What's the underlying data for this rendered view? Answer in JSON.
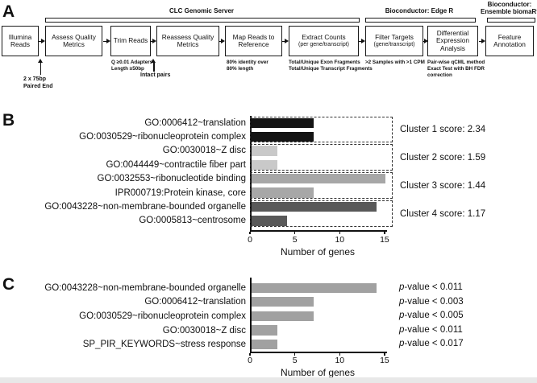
{
  "panel_a": {
    "label": "A",
    "brackets": [
      {
        "label": "CLC Genomic Server"
      },
      {
        "label": "Bioconductor: Edge R"
      },
      {
        "label": "Bioconductor:\nEnsemble biomaRt"
      }
    ],
    "boxes": [
      {
        "title": "Illumina Reads"
      },
      {
        "title": "Assess Quality Metrics"
      },
      {
        "title": "Trim Reads"
      },
      {
        "title": "Reassess Quality Metrics"
      },
      {
        "title": "Map Reads to Reference"
      },
      {
        "title": "Extract Counts",
        "subtitle": "(per gene/transcript)"
      },
      {
        "title": "Filter Targets",
        "subtitle": "(gene/transcript)"
      },
      {
        "title": "Differential Expression Analysis"
      },
      {
        "title": "Feature Annotation"
      }
    ],
    "annotations": {
      "paired_end": "2 x 75bp\nPaired End",
      "trim": "Q ≥0.01 Adapters\nLength ≥50bp",
      "intact_pairs": "Intact pairs",
      "map": "80% identity over\n80% length",
      "counts": "Total/Unique Exon Fragments\nTotal/Unique Transcript Fragments",
      "filter": ">2 Samples with >1 CPM",
      "de": "Pair-wise qCML method\nExact Test with BH FDR\ncorrection"
    }
  },
  "chart_data": [
    {
      "type": "bar",
      "orientation": "horizontal",
      "panel_label": "B",
      "categories": [
        "GO:0006412~translation",
        "GO:0030529~ribonucleoprotein complex",
        "GO:0030018~Z disc",
        "GO:0044449~contractile fiber part",
        "GO:0032553~ribonucleotide binding",
        "IPR000719:Protein kinase, core",
        "GO:0043228~non-membrane-bounded organelle",
        "GO:0005813~centrosome"
      ],
      "values": [
        7,
        7,
        3,
        3,
        15,
        7,
        14,
        4
      ],
      "bar_colors": [
        "#141414",
        "#141414",
        "#c9c9c9",
        "#c9c9c9",
        "#a7a7a7",
        "#a7a7a7",
        "#595959",
        "#595959"
      ],
      "clusters": [
        {
          "label": "Cluster 1 score: 2.34"
        },
        {
          "label": "Cluster 2 score: 1.59"
        },
        {
          "label": "Cluster 3 score: 1.44"
        },
        {
          "label": "Cluster 4 score: 1.17"
        }
      ],
      "xticks": [
        0,
        5,
        10,
        15
      ],
      "xlim": [
        0,
        15.6
      ],
      "xlabel": "Number of genes",
      "grid": false,
      "legend": "none"
    },
    {
      "type": "bar",
      "orientation": "horizontal",
      "panel_label": "C",
      "categories": [
        "GO:0043228~non-membrane-bounded organelle",
        "GO:0006412~translation",
        "GO:0030529~ribonucleoprotein complex",
        "GO:0030018~Z disc",
        "SP_PIR_KEYWORDS~stress response"
      ],
      "values": [
        14,
        7,
        7,
        3,
        3
      ],
      "bar_color": "#a1a1a1",
      "annotations": [
        "p-value < 0.011",
        "p-value < 0.003",
        "p-value < 0.005",
        "p-value < 0.011",
        "p-value < 0.017"
      ],
      "xticks": [
        0,
        5,
        10,
        15
      ],
      "xlim": [
        0,
        15.6
      ],
      "xlabel": "Number of genes",
      "grid": false,
      "legend": "none"
    }
  ]
}
